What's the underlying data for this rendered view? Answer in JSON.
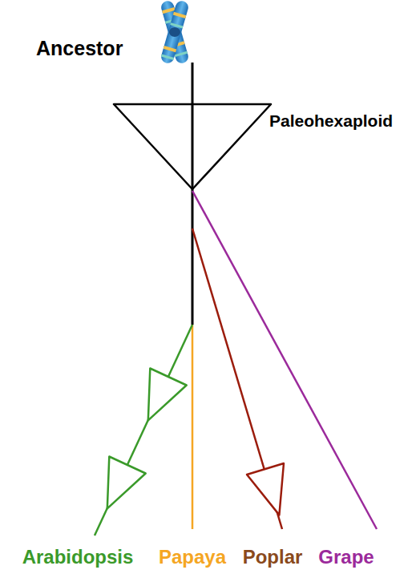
{
  "diagram": {
    "labels": [
      "Ancestor",
      "Paleohexaploid",
      "Arabidopsis",
      "Papaya",
      "Poplar",
      "Grape"
    ]
  }
}
